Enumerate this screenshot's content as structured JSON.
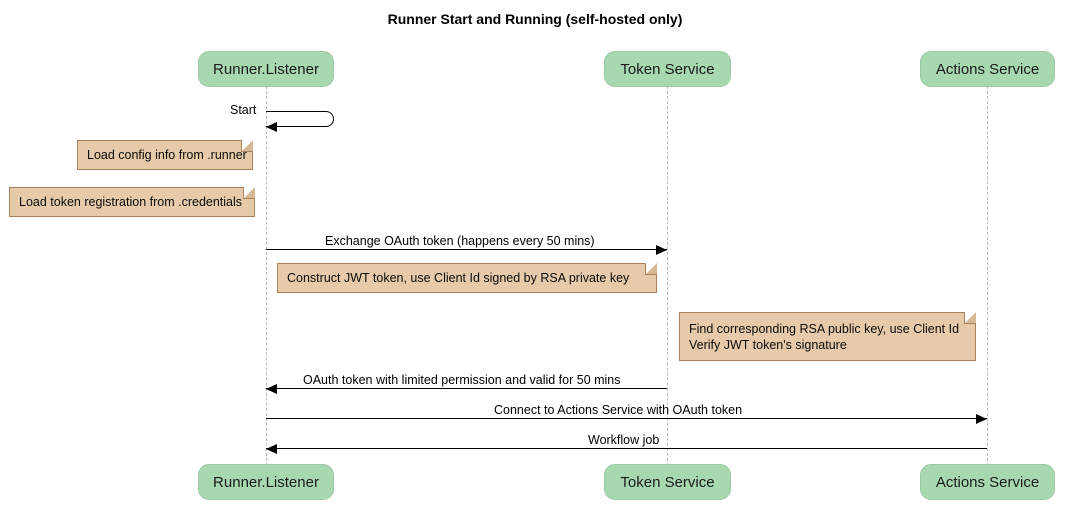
{
  "diagram": {
    "title": "Runner Start and Running (self-hosted only)",
    "type": "sequence-diagram",
    "colors": {
      "participant_fill": "#a8d8b0",
      "participant_border": "#9cc9a5",
      "note_fill": "#e6caa9",
      "note_border": "#a9815a",
      "lifeline": "#b8b8b8",
      "arrow": "#000000",
      "background": "#ffffff"
    },
    "participants": [
      {
        "id": "runner",
        "label": "Runner.Listener"
      },
      {
        "id": "token",
        "label": "Token Service"
      },
      {
        "id": "actions",
        "label": "Actions Service"
      }
    ],
    "participants_bottom": [
      {
        "id": "runner",
        "label": "Runner.Listener"
      },
      {
        "id": "token",
        "label": "Token Service"
      },
      {
        "id": "actions",
        "label": "Actions Service"
      }
    ],
    "self_messages": [
      {
        "id": "start",
        "label": "Start",
        "from": "runner",
        "to": "runner"
      }
    ],
    "notes": [
      {
        "id": "note-config",
        "lines": [
          "Load config info from .runner"
        ],
        "attached_to": "runner",
        "align": "left"
      },
      {
        "id": "note-credentials",
        "lines": [
          "Load token registration from .credentials"
        ],
        "attached_to": "runner",
        "align": "left"
      },
      {
        "id": "note-jwt",
        "lines": [
          "Construct JWT token, use Client Id signed by RSA private key"
        ],
        "attached_to": "runner",
        "align": "right"
      },
      {
        "id": "note-verify",
        "lines": [
          "Find corresponding RSA public key, use Client Id",
          "Verify JWT token's signature"
        ],
        "attached_to": "token",
        "align": "right"
      }
    ],
    "messages": [
      {
        "id": "msg-exchange",
        "label": "Exchange OAuth token (happens every 50 mins)",
        "from": "runner",
        "to": "token",
        "direction": "right"
      },
      {
        "id": "msg-oauth-return",
        "label": "OAuth token with limited permission and valid for 50 mins",
        "from": "token",
        "to": "runner",
        "direction": "left"
      },
      {
        "id": "msg-connect",
        "label": "Connect to Actions Service with OAuth token",
        "from": "runner",
        "to": "actions",
        "direction": "right"
      },
      {
        "id": "msg-workflow",
        "label": "Workflow job",
        "from": "actions",
        "to": "runner",
        "direction": "left"
      }
    ]
  }
}
